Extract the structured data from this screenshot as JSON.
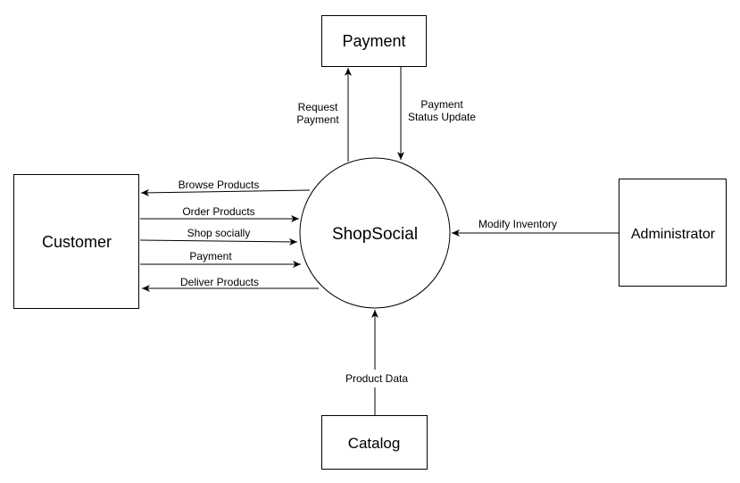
{
  "process": {
    "label": "ShopSocial"
  },
  "entities": {
    "payment": "Payment",
    "customer": "Customer",
    "administrator": "Administrator",
    "catalog": "Catalog"
  },
  "flows": {
    "browse_products": "Browse Products",
    "order_products": "Order Products",
    "shop_socially": "Shop socially",
    "payment": "Payment",
    "deliver_products": "Deliver Products",
    "request_payment_line1": "Request",
    "request_payment_line2": "Payment",
    "payment_status_line1": "Payment",
    "payment_status_line2": "Status Update",
    "modify_inventory": "Modify Inventory",
    "product_data": "Product Data"
  }
}
